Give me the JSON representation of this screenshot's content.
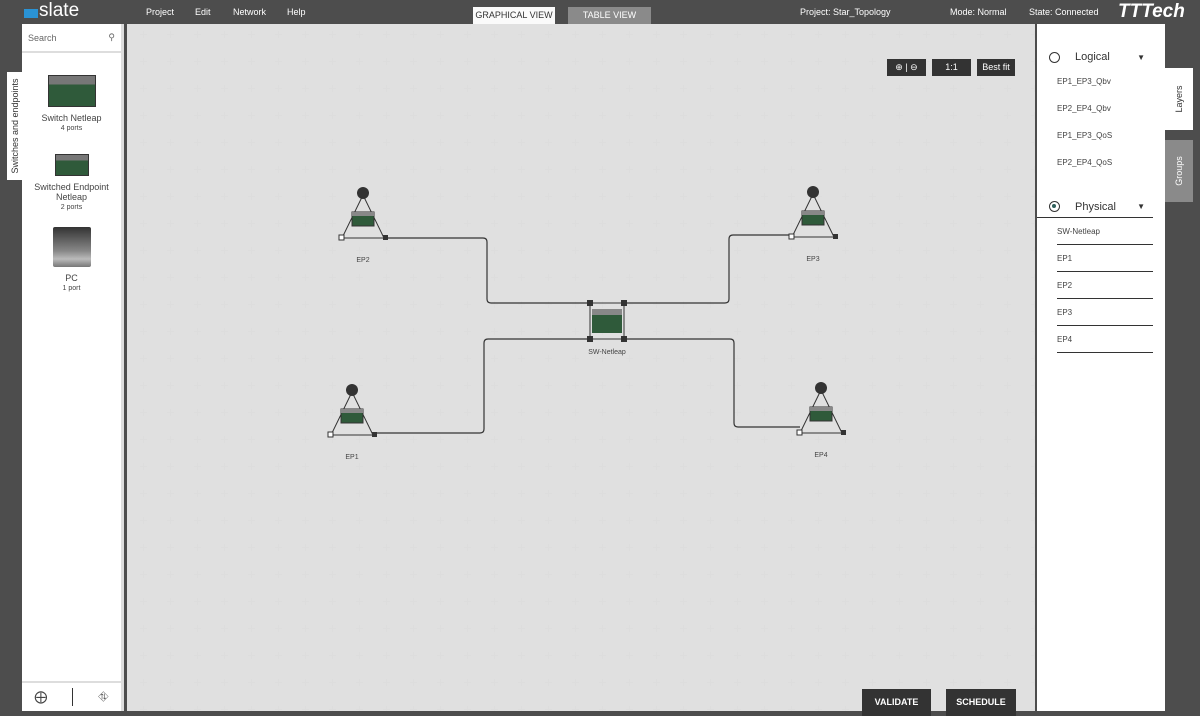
{
  "app": {
    "name": "slate",
    "vendor": "TTTech"
  },
  "menu": [
    "Project",
    "Edit",
    "Network",
    "Help"
  ],
  "views": {
    "graphical": "GRAPHICAL VIEW",
    "table": "TABLE VIEW"
  },
  "status": {
    "project": "Project: Star_Topology",
    "mode": "Mode: Normal",
    "state": "State: Connected"
  },
  "left": {
    "tab": "Switches and endpoints",
    "search_placeholder": "Search",
    "palette": [
      {
        "name": "Switch Netleap",
        "ports": "4 ports"
      },
      {
        "name": "Switched Endpoint Netleap",
        "ports": "2 ports"
      },
      {
        "name": "PC",
        "ports": "1 port"
      }
    ]
  },
  "canvas": {
    "zoom_controls": "⊕ | ⊖",
    "one_to_one": "1:1",
    "best_fit": "Best fit",
    "nodes": [
      {
        "label": "EP2"
      },
      {
        "label": "EP3"
      },
      {
        "label": "SW-Netleap"
      },
      {
        "label": "EP1"
      },
      {
        "label": "EP4"
      }
    ],
    "validate": "VALIDATE",
    "schedule": "SCHEDULE"
  },
  "right": {
    "tabs": {
      "layers": "Layers",
      "groups": "Groups"
    },
    "logical": {
      "label": "Logical",
      "selected": false,
      "items": [
        "EP1_EP3_Qbv",
        "EP2_EP4_Qbv",
        "EP1_EP3_QoS",
        "EP2_EP4_QoS"
      ]
    },
    "physical": {
      "label": "Physical",
      "selected": true,
      "items": [
        "SW-Netleap",
        "EP1",
        "EP2",
        "EP3",
        "EP4"
      ]
    }
  },
  "colors": {
    "topbar": "#4d4d4d",
    "accent": "#2a93d5",
    "canvas": "#f5f5f5"
  }
}
